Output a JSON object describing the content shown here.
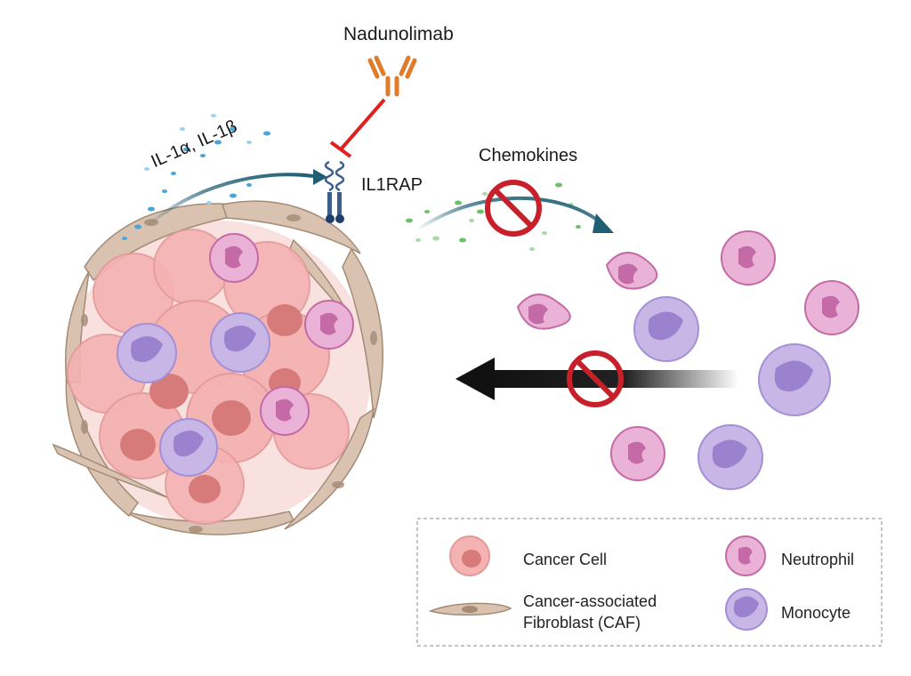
{
  "labels": {
    "drug": "Nadunolimab",
    "receptor": "IL1RAP",
    "chemokines": "Chemokines",
    "cytokines": "IL-1α, IL-1β"
  },
  "legend": {
    "cancer_cell": "Cancer Cell",
    "caf_line1": "Cancer-associated",
    "caf_line2": "Fibroblast (CAF)",
    "neutrophil": "Neutrophil",
    "monocyte": "Monocyte"
  },
  "colors": {
    "cancer_cell_fill": "#f4b2b2",
    "cancer_nucleus": "#d77a7a",
    "caf_fill": "#d9c3b0",
    "neutrophil_fill": "#eab2d6",
    "neutrophil_nucleus": "#c46aa6",
    "monocyte_fill": "#c7b6e6",
    "monocyte_nucleus": "#9b82cf",
    "inhibition_red": "#e02020",
    "arrow_teal": "#1f5f73",
    "antibody_orange": "#e07b2a",
    "il1_dots": "#4aa6d8",
    "chemokine_dots": "#6cc06a",
    "blocked_sign": "#c8202a"
  },
  "icons": [
    "antibody-icon",
    "receptor-icon",
    "no-entry-sign-icon",
    "migration-arrow-icon"
  ]
}
